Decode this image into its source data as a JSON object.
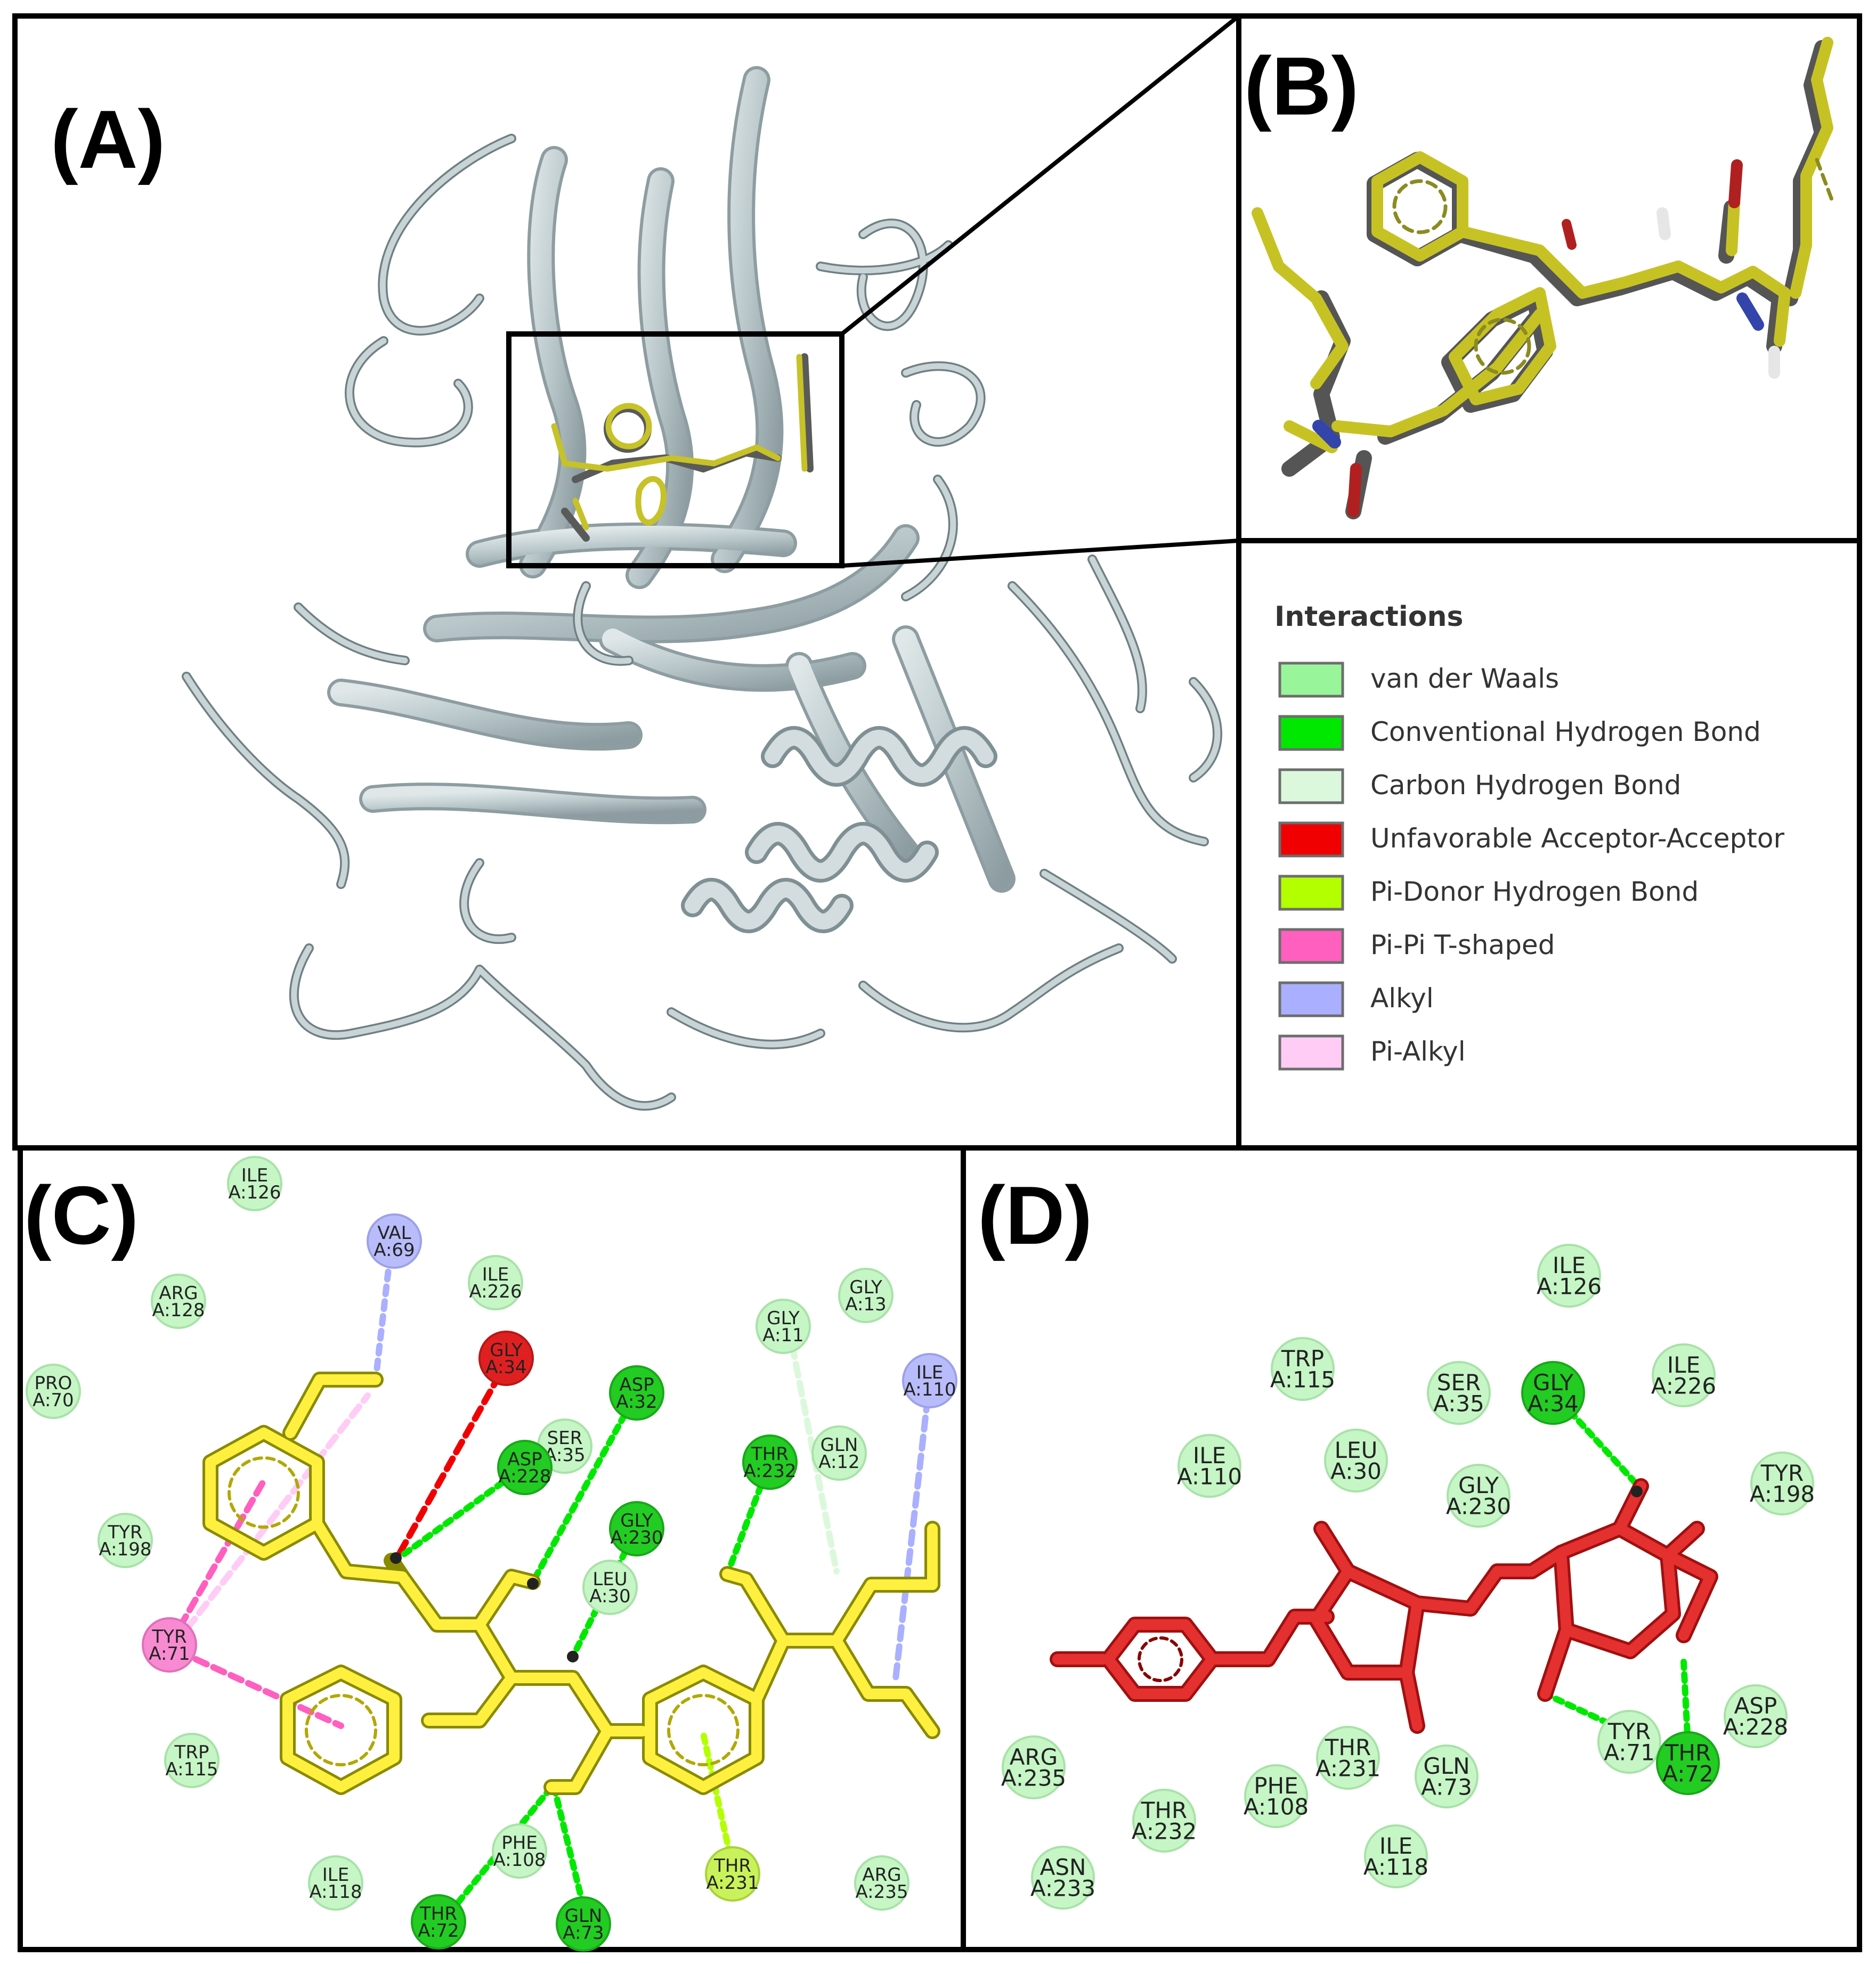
{
  "panels": {
    "a": {
      "label": "(A)"
    },
    "b": {
      "label": "(B)"
    },
    "c": {
      "label": "(C)"
    },
    "d": {
      "label": "(D)"
    }
  },
  "legend": {
    "title": "Interactions",
    "items": [
      {
        "label": "van der Waals",
        "color": "#99f599"
      },
      {
        "label": "Conventional Hydrogen Bond",
        "color": "#00e800"
      },
      {
        "label": "Carbon Hydrogen Bond",
        "color": "#dcf8dc"
      },
      {
        "label": "Unfavorable Acceptor-Acceptor",
        "color": "#f00000"
      },
      {
        "label": "Pi-Donor Hydrogen Bond",
        "color": "#b3ff00"
      },
      {
        "label": "Pi-Pi T-shaped",
        "color": "#ff5fbf"
      },
      {
        "label": "Alkyl",
        "color": "#aab0ff"
      },
      {
        "label": "Pi-Alkyl",
        "color": "#ffccf6"
      }
    ]
  },
  "panel_c_residues": [
    {
      "name": "ILE",
      "id": "A:126",
      "type": "vdw"
    },
    {
      "name": "VAL",
      "id": "A:69",
      "type": "alkyl"
    },
    {
      "name": "ARG",
      "id": "A:128",
      "type": "vdw"
    },
    {
      "name": "ILE",
      "id": "A:226",
      "type": "vdw"
    },
    {
      "name": "GLY",
      "id": "A:13",
      "type": "vdw"
    },
    {
      "name": "GLY",
      "id": "A:11",
      "type": "vdw"
    },
    {
      "name": "PRO",
      "id": "A:70",
      "type": "vdw"
    },
    {
      "name": "GLY",
      "id": "A:34",
      "type": "unfav"
    },
    {
      "name": "ASP",
      "id": "A:32",
      "type": "hbond"
    },
    {
      "name": "ILE",
      "id": "A:110",
      "type": "alkyl"
    },
    {
      "name": "SER",
      "id": "A:35",
      "type": "vdw"
    },
    {
      "name": "ASP",
      "id": "A:228",
      "type": "hbond"
    },
    {
      "name": "THR",
      "id": "A:232",
      "type": "hbond"
    },
    {
      "name": "GLN",
      "id": "A:12",
      "type": "vdw"
    },
    {
      "name": "TYR",
      "id": "A:198",
      "type": "vdw"
    },
    {
      "name": "GLY",
      "id": "A:230",
      "type": "hbond"
    },
    {
      "name": "LEU",
      "id": "A:30",
      "type": "vdw"
    },
    {
      "name": "TYR",
      "id": "A:71",
      "type": "pipi"
    },
    {
      "name": "TRP",
      "id": "A:115",
      "type": "vdw"
    },
    {
      "name": "PHE",
      "id": "A:108",
      "type": "vdw"
    },
    {
      "name": "THR",
      "id": "A:231",
      "type": "pidonor"
    },
    {
      "name": "ARG",
      "id": "A:235",
      "type": "vdw"
    },
    {
      "name": "ILE",
      "id": "A:118",
      "type": "vdw"
    },
    {
      "name": "THR",
      "id": "A:72",
      "type": "hbond"
    },
    {
      "name": "GLN",
      "id": "A:73",
      "type": "hbond"
    }
  ],
  "panel_d_residues": [
    {
      "name": "ILE",
      "id": "A:126",
      "type": "vdw"
    },
    {
      "name": "TRP",
      "id": "A:115",
      "type": "vdw"
    },
    {
      "name": "SER",
      "id": "A:35",
      "type": "vdw"
    },
    {
      "name": "GLY",
      "id": "A:34",
      "type": "hbond"
    },
    {
      "name": "ILE",
      "id": "A:226",
      "type": "vdw"
    },
    {
      "name": "ILE",
      "id": "A:110",
      "type": "vdw"
    },
    {
      "name": "LEU",
      "id": "A:30",
      "type": "vdw"
    },
    {
      "name": "GLY",
      "id": "A:230",
      "type": "vdw"
    },
    {
      "name": "TYR",
      "id": "A:198",
      "type": "vdw"
    },
    {
      "name": "ARG",
      "id": "A:235",
      "type": "vdw"
    },
    {
      "name": "THR",
      "id": "A:231",
      "type": "vdw"
    },
    {
      "name": "GLN",
      "id": "A:73",
      "type": "vdw"
    },
    {
      "name": "TYR",
      "id": "A:71",
      "type": "vdw"
    },
    {
      "name": "ASP",
      "id": "A:228",
      "type": "vdw"
    },
    {
      "name": "THR",
      "id": "A:72",
      "type": "hbond"
    },
    {
      "name": "THR",
      "id": "A:232",
      "type": "vdw"
    },
    {
      "name": "PHE",
      "id": "A:108",
      "type": "vdw"
    },
    {
      "name": "ASN",
      "id": "A:233",
      "type": "vdw"
    },
    {
      "name": "ILE",
      "id": "A:118",
      "type": "vdw"
    }
  ],
  "colors": {
    "protein_ribbon": "#bcc9cc",
    "ligand_docked": "#c6c228",
    "ligand_reference": "#5a5a5a",
    "ligand_panel_c": "#ffee33",
    "ligand_panel_d": "#e53030",
    "frame": "#000000"
  }
}
